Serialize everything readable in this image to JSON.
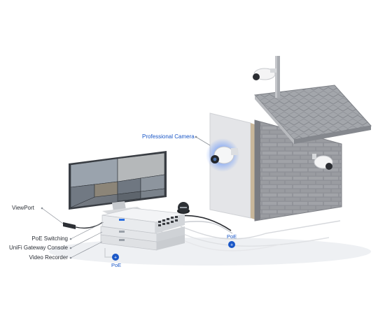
{
  "labels": {
    "professional_camera": "Professional Camera",
    "viewport": "ViewPort",
    "poe_switching": "PoE Switching",
    "unifi_gateway_console": "UniFi Gateway Console",
    "video_recorder": "Video Recorder",
    "poe_right": "PoE",
    "poe_bottom": "PoE"
  },
  "colors": {
    "accent_blue": "#1a57c7",
    "camera_glow": "#3d7bff",
    "wall_gray": "#8e9096",
    "roof_gray": "#9da0a6",
    "panel_light": "#e9eaec"
  }
}
